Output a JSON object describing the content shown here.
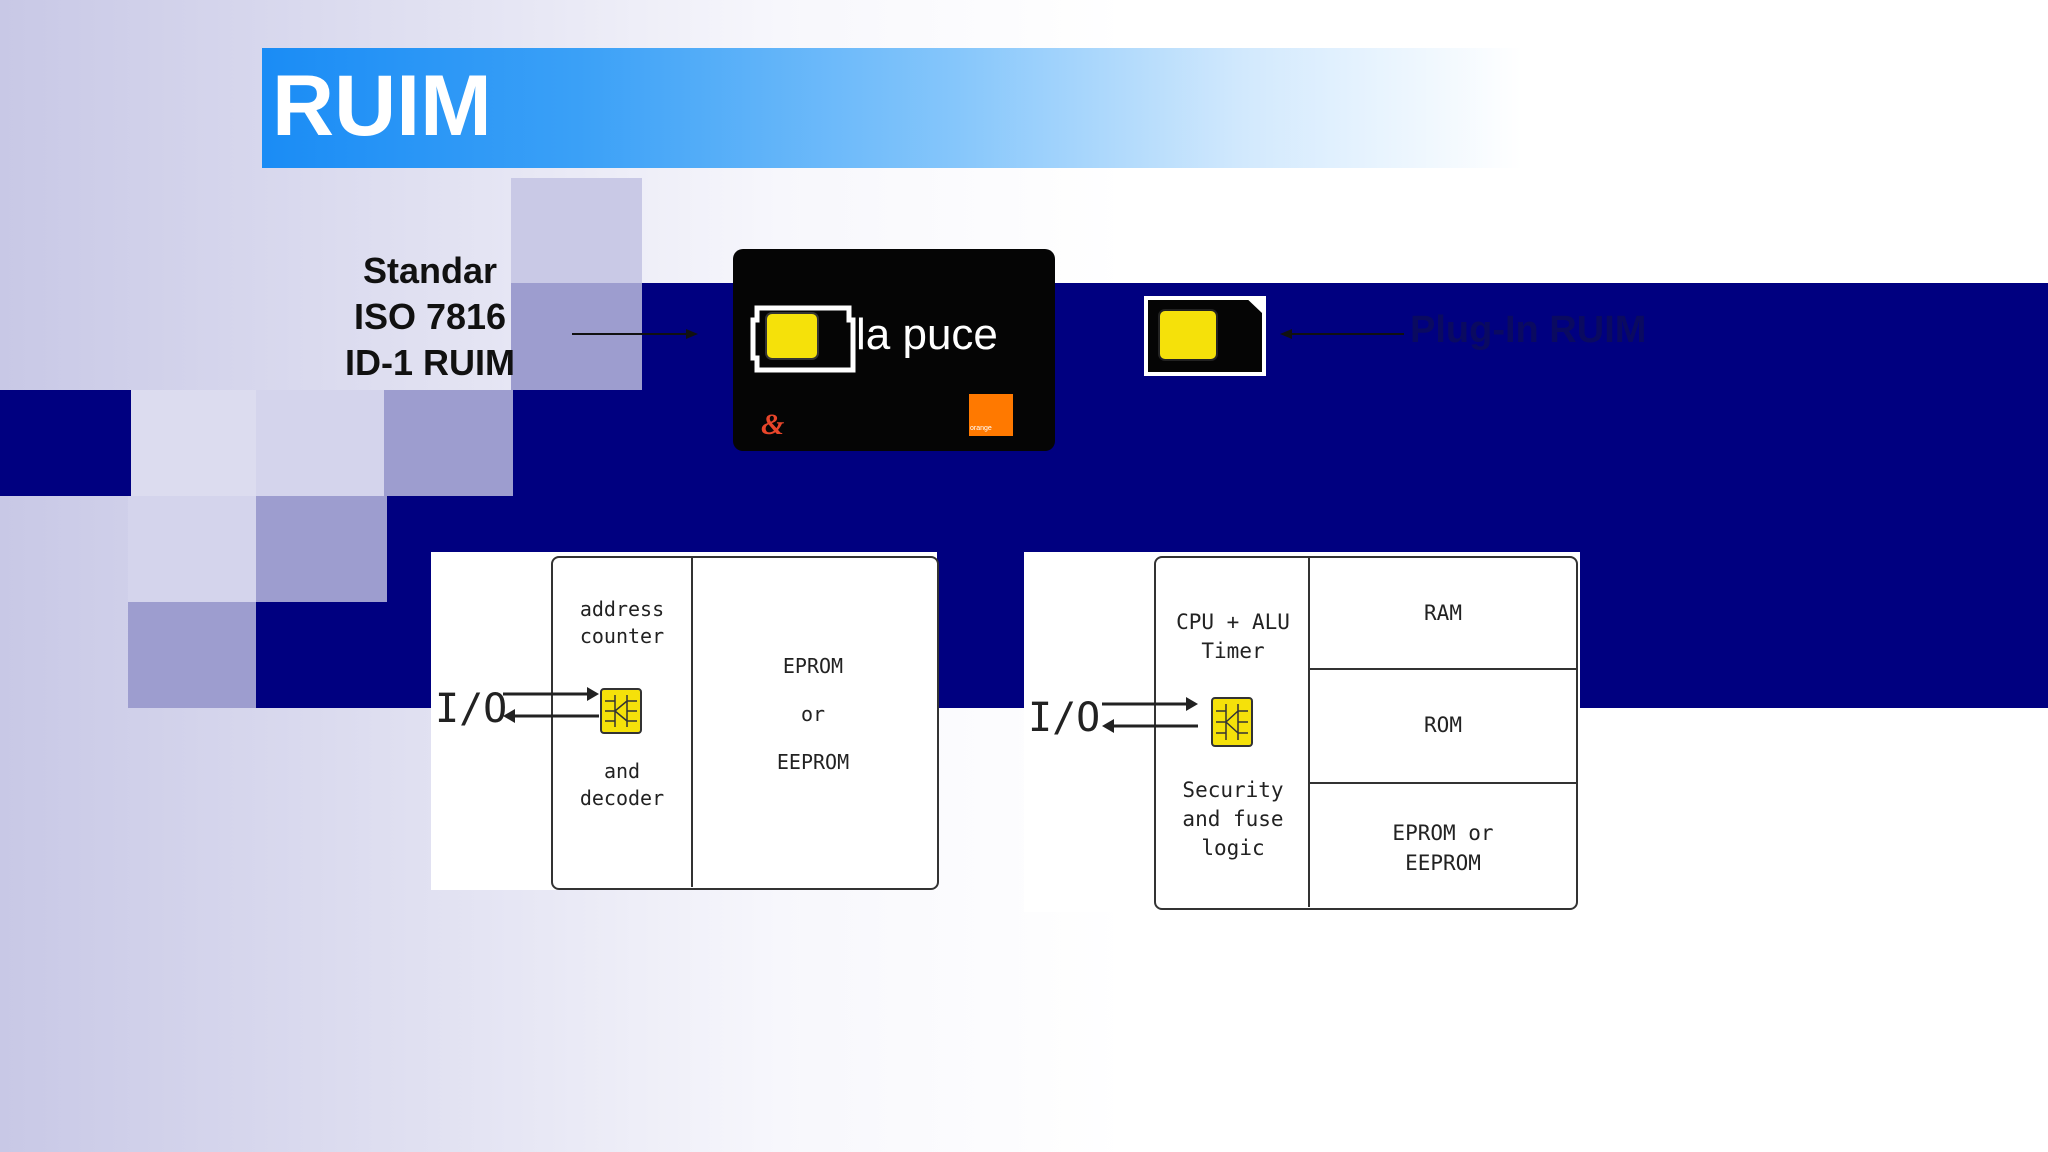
{
  "slide": {
    "title": "RUIM",
    "standard_label": [
      "Standar",
      "ISO 7816",
      "ID-1 RUIM"
    ],
    "plugin_label": "Plug-In RUIM"
  },
  "id1_card": {
    "text": "la puce",
    "brand": "orange"
  },
  "diagram_left": {
    "io": "I/O",
    "block_top": [
      "address",
      "counter"
    ],
    "block_bottom": [
      "and",
      "decoder"
    ],
    "memory": [
      "EPROM",
      "or",
      "EEPROM"
    ]
  },
  "diagram_right": {
    "io": "I/O",
    "block_top": [
      "CPU + ALU",
      "Timer"
    ],
    "block_bottom": [
      "Security",
      "and fuse",
      "logic"
    ],
    "ram": "RAM",
    "rom": "ROM",
    "eeprom": [
      "EPROM or",
      "EEPROM"
    ]
  },
  "colors": {
    "navy": "#000080",
    "title_blue": "#1a8cf5",
    "chip_yellow": "#f5e10a"
  },
  "icons": [
    "chip-icon",
    "arrow-left-icon"
  ]
}
